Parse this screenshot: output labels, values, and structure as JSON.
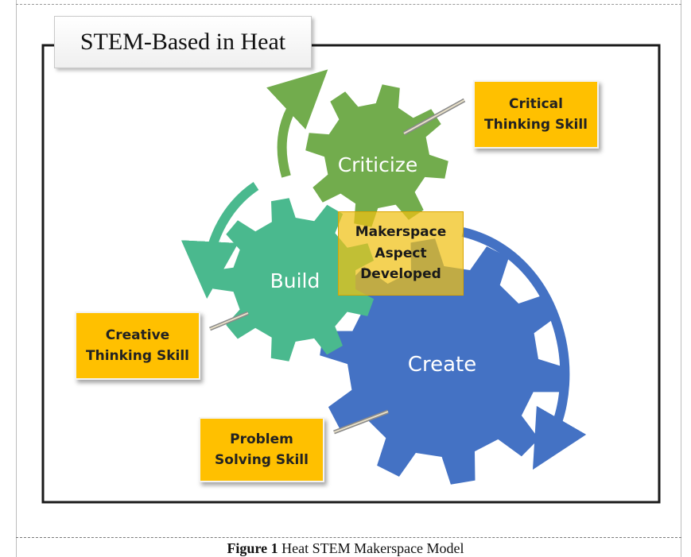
{
  "title": "STEM-Based in Heat",
  "gears": {
    "criticize": "Criticize",
    "build": "Build",
    "create": "Create"
  },
  "skills": {
    "critical": [
      "Critical",
      "Thinking Skill"
    ],
    "creative": [
      "Creative",
      "Thinking Skill"
    ],
    "problem": [
      "Problem",
      "Solving Skill"
    ]
  },
  "makerspace": [
    "Makerspace",
    "Aspect",
    "Developed"
  ],
  "caption": {
    "number": "Figure 1",
    "text": "Heat STEM Makerspace Model"
  },
  "colors": {
    "criticize_gear": "#72ac4d",
    "build_gear": "#4ab98e",
    "create_gear": "#4472c4",
    "label_fill": "#ffc000",
    "frame": "#1a1a1a"
  }
}
